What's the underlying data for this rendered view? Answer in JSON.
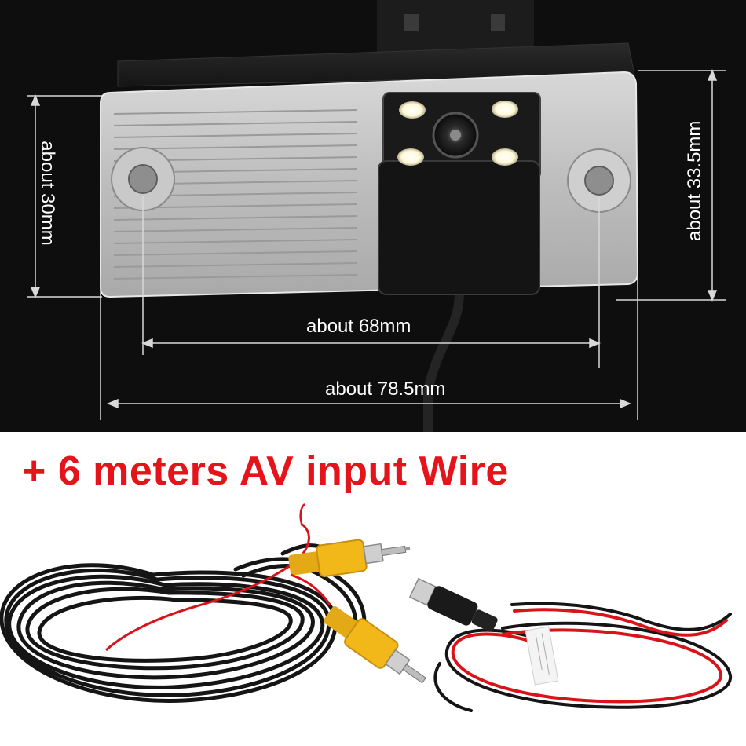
{
  "dimensions": {
    "height_left": "about 30mm",
    "height_right": "about 33.5mm",
    "hole_spacing": "about 68mm",
    "total_width": "about 78.5mm"
  },
  "headline": "+ 6 meters AV input Wire",
  "colors": {
    "headline": "#e4141a",
    "background_top": "#0e0e0e",
    "background_bottom": "#ffffff",
    "rca_plug": "#f2b81a",
    "red_wire": "#d8141a"
  }
}
